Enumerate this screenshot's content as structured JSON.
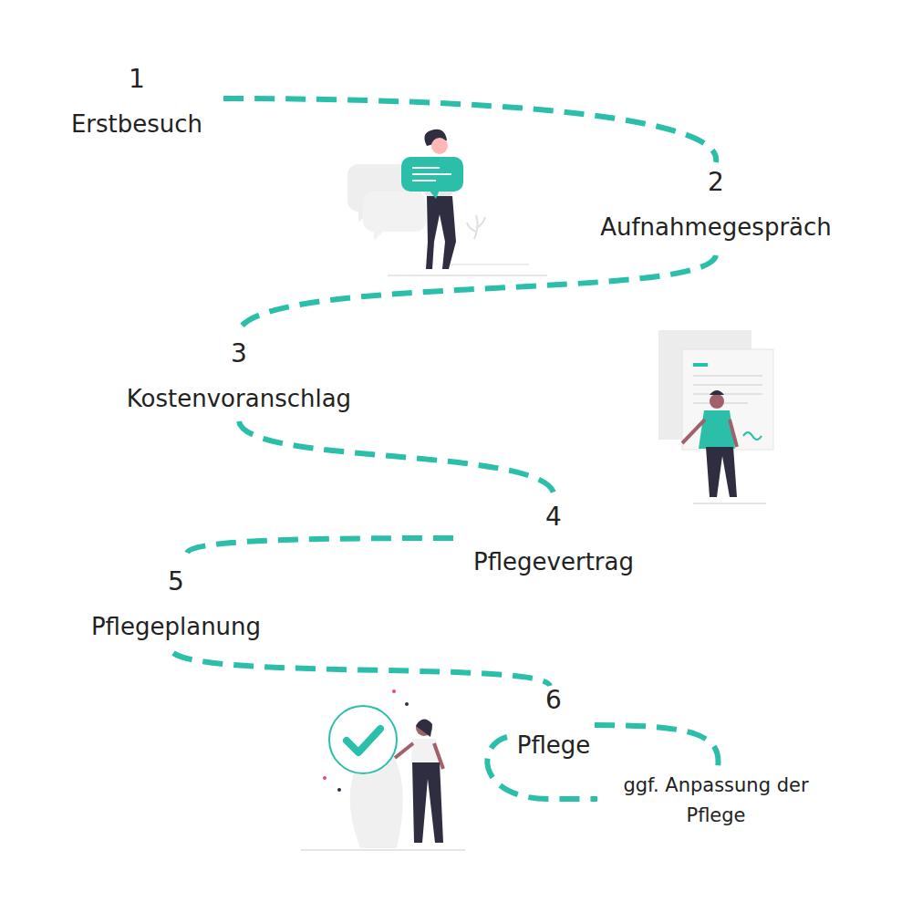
{
  "diagram": {
    "labels": [
      "1",
      "Erstbesuch",
      "2",
      "Aufnahmegespräch",
      "3",
      "Kostenvoranschlag",
      "4",
      "Pflegevertrag",
      "5",
      "Pflegeplanung",
      "6",
      "Pflege",
      "ggf. Anpassung der Pflege"
    ]
  }
}
